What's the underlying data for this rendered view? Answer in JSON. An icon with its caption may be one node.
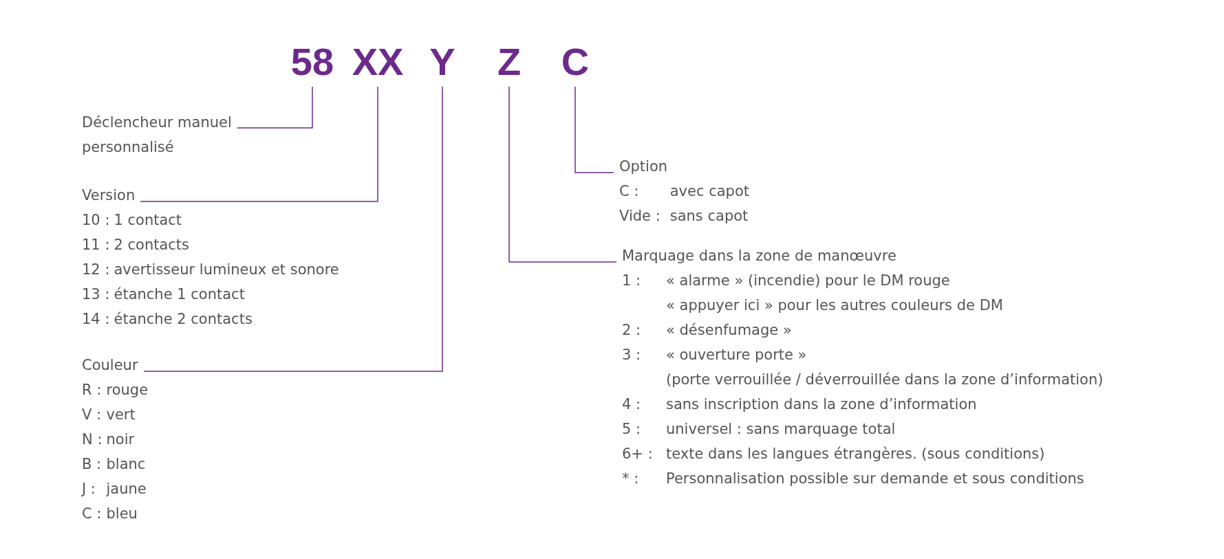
{
  "diagram": {
    "nodes": [
      {
        "text": [
          "58"
        ]
      },
      {
        "text": [
          "XX"
        ]
      },
      {
        "text": [
          "Y"
        ]
      },
      {
        "text": [
          "Z"
        ]
      },
      {
        "text": [
          "C"
        ]
      },
      {
        "text": [
          "Déclencheur manuel personnalisé"
        ]
      },
      {
        "text": [
          "Version",
          "10 :",
          "1 contact",
          "11 :",
          "2 contacts",
          "12 :",
          "avertisseur lumineux et sonore",
          "13 :",
          "étanche 1 contact",
          "14 :",
          "étanche 2 contacts"
        ]
      },
      {
        "text": [
          "Couleur",
          "R :",
          "rouge",
          "V :",
          "vert",
          "N :",
          "noir",
          "B :",
          "blanc",
          "J :",
          "jaune",
          "C :",
          "bleu"
        ]
      },
      {
        "text": [
          "Option",
          "C :",
          "avec capot",
          "Vide :",
          "sans capot"
        ]
      },
      {
        "text": [
          "Marquage dans la zone de manœuvre",
          "1 :",
          "« alarme » (incendie) pour le DM rouge",
          "« appuyer ici » pour les autres couleurs de DM",
          "2 :",
          "« désenfumage »",
          "3 :",
          "« ouverture porte »",
          "(porte verrouillée / déverrouillée dans la zone d’information)",
          "4 :",
          "sans inscription dans la zone d’information",
          "5 :",
          "universel : sans marquage total",
          "6+ :",
          "texte dans les langues étrangères. (sous conditions)",
          "* :",
          "Personnalisation possible sur demande et sous conditions"
        ]
      }
    ],
    "edges": [
      {
        "from": 0,
        "to": 5,
        "arrow": "none"
      },
      {
        "from": 1,
        "to": 6,
        "arrow": "none"
      },
      {
        "from": 2,
        "to": 7,
        "arrow": "none"
      },
      {
        "from": 4,
        "to": 8,
        "arrow": "none"
      },
      {
        "from": 3,
        "to": 9,
        "arrow": "none"
      }
    ]
  }
}
